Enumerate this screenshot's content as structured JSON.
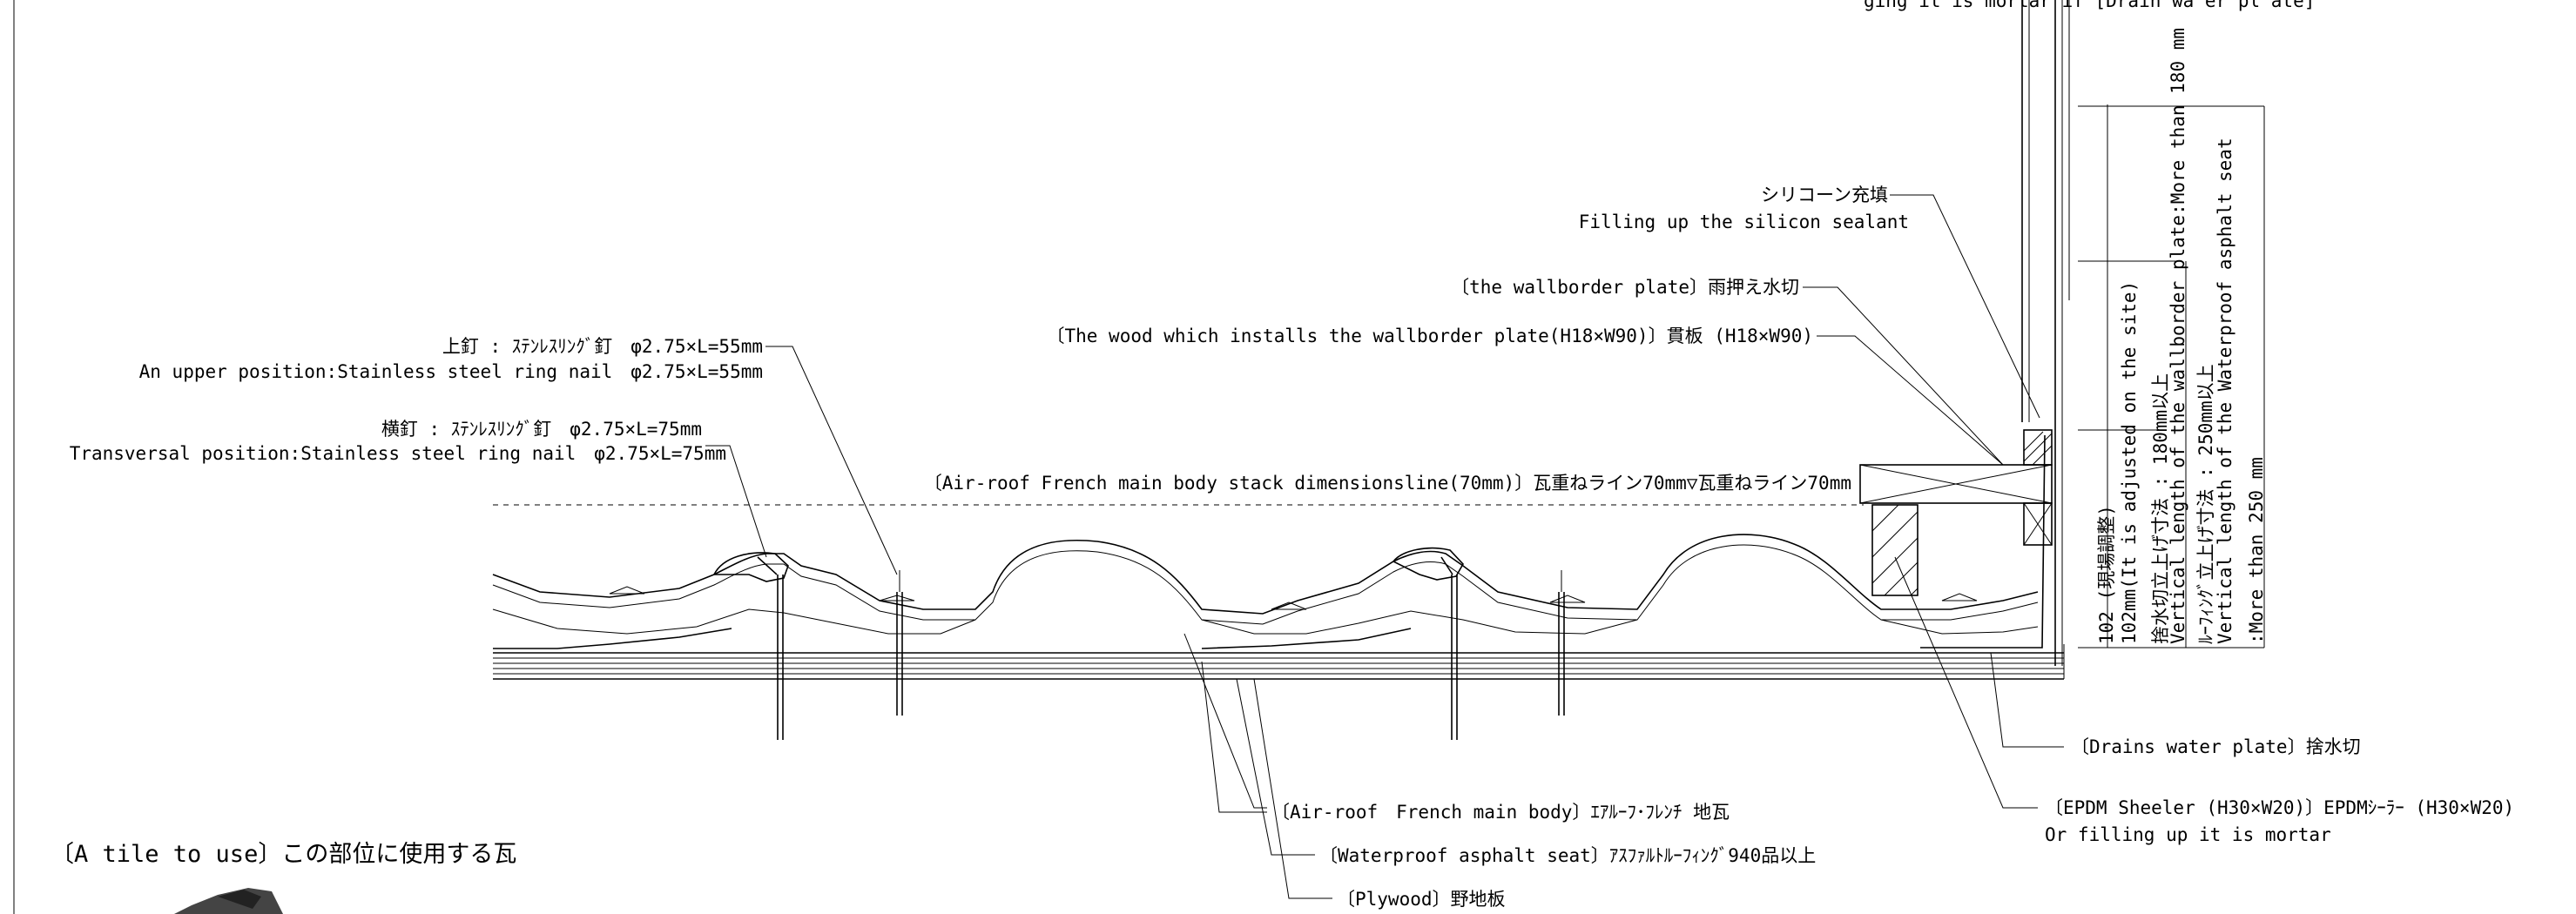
{
  "top_cut_text": "ging   it   is mortar  if [Drain wa er pl  ate]",
  "annotations": {
    "silicon_jp": "シリコーン充填",
    "silicon_en": "Filling up the silicon sealant",
    "wallborder": "〔the wallborder plate〕雨押え水切",
    "wood": "〔The wood which installs the wallborder plate(H18×W90)〕貫板 (H18×W90)",
    "upper_nail_jp": "上釘 : ｽﾃﾝﾚｽﾘﾝｸﾞ釘　φ2.75×L=55mm",
    "upper_nail_en": "An upper position:Stainless steel ring nail　φ2.75×L=55mm",
    "trans_nail_jp": "横釘 : ｽﾃﾝﾚｽﾘﾝｸﾞ釘　φ2.75×L=75mm",
    "trans_nail_en": "Transversal position:Stainless steel ring nail　φ2.75×L=75mm",
    "stackline": "〔Air-roof French main body stack dimensionsline(70mm)〕瓦重ねライン70mm▽瓦重ねライン70mm",
    "drains": "〔Drains water plate〕捨水切",
    "epdm": "〔EPDM Sheeler (H30×W20)〕EPDMｼｰﾗｰ (H30×W20)",
    "epdm2": "Or filling up it is mortar",
    "airroof": "〔Air-roof　French main body〕ｴｱﾙｰﾌ･ﾌﾚﾝﾁ 地瓦",
    "waterproof": "〔Waterproof asphalt seat〕ｱｽﾌｧﾙﾄﾙｰﾌｨﾝｸﾞ940品以上",
    "plywood": "〔Plywood〕野地板",
    "tile_use": "〔A tile to use〕この部位に使用する瓦"
  },
  "dimensions": {
    "d1": "102 (現場調整)",
    "d2": "102mm(It is adjusted on the site)",
    "d3": "捨水切立上げ寸法 : 180mm以上",
    "d4": "Vertical length of the wallborder plate:More than 180 mm",
    "d5": "ﾙｰﾌｨﾝｸﾞ立上げ寸法 : 250mm以上",
    "d6": "Vertical length of the Waterproof asphalt seat",
    "d7": ":More than 250 mm"
  },
  "icons": {
    "tile_thumbnail": "roof-tile-thumbnail"
  }
}
